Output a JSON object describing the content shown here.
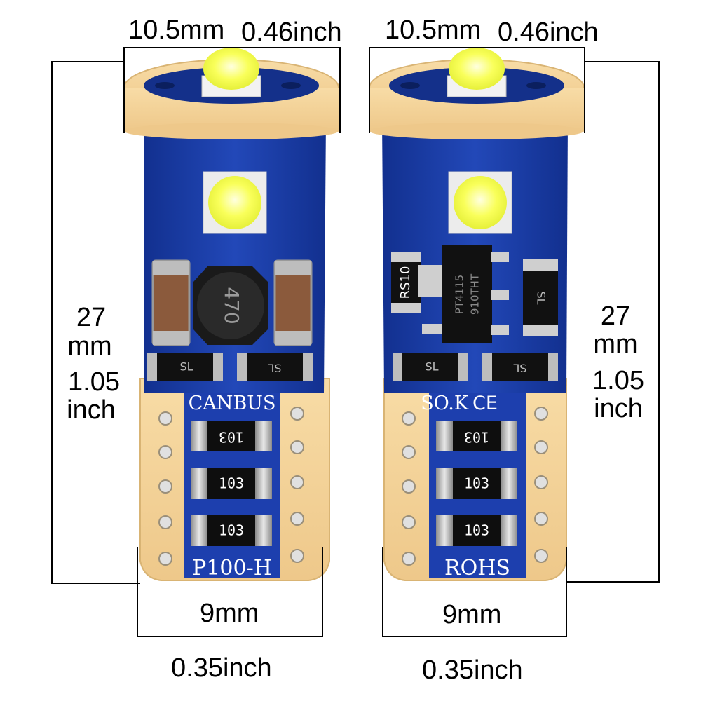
{
  "colors": {
    "pcb": "#1d3fae",
    "pcb_dark": "#0f2a80",
    "gold": "#f4d49a",
    "gold_edge": "#d9b474",
    "pad": "#d9d9d9",
    "chip": "#161616",
    "led": "#f9ff5a"
  },
  "bulbs": [
    {
      "width_mm": "10.5mm",
      "width_inch": "0.46inch",
      "height_mm_value": "27",
      "height_mm_unit": "mm",
      "height_inch_value": "1.05",
      "height_inch_unit": "inch",
      "base_mm": "9mm",
      "base_inch": "0.35inch",
      "silk_top": "CANBUS",
      "silk_bottom": "P100-H",
      "resistors": [
        "103",
        "103",
        "103"
      ],
      "inductor_text": "470",
      "diode_left": "SL",
      "diode_right": "SL"
    },
    {
      "width_mm": "10.5mm",
      "width_inch": "0.46inch",
      "height_mm_value": "27",
      "height_mm_unit": "mm",
      "height_inch_value": "1.05",
      "height_inch_unit": "inch",
      "base_mm": "9mm",
      "base_inch": "0.35inch",
      "silk_top": "SO.K",
      "silk_ce": "CE",
      "silk_bottom": "ROHS",
      "resistors": [
        "103",
        "103",
        "103"
      ],
      "shunt_text": "RS10",
      "ic_line1": "PT4115",
      "ic_line2": "910THT",
      "diode_top": "SL",
      "diode_left": "SL",
      "diode_right": "SL"
    }
  ]
}
